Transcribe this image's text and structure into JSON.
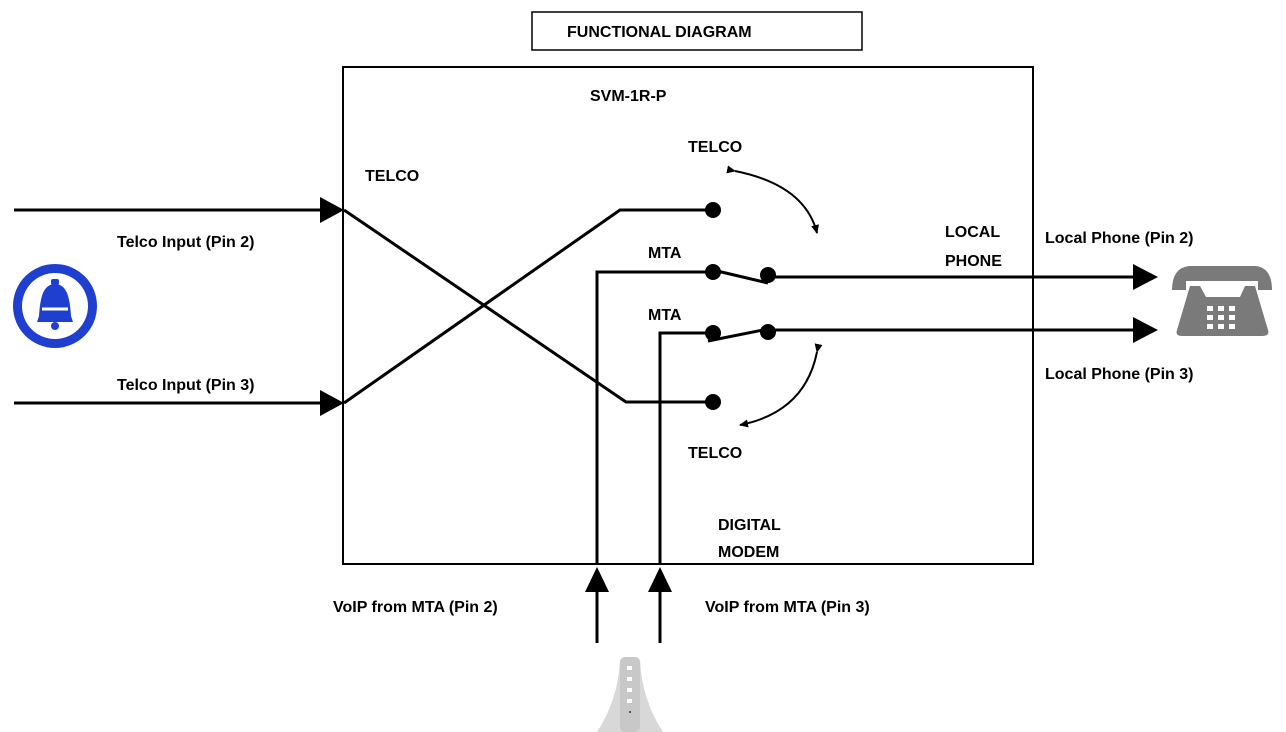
{
  "title": "FUNCTIONAL DIAGRAM",
  "device_name": "SVM-1R-P",
  "labels": {
    "telco_left": "TELCO",
    "telco_top": "TELCO",
    "telco_bottom": "TELCO",
    "mta_top": "MTA",
    "mta_bottom": "MTA",
    "local_phone_1": "LOCAL",
    "local_phone_2": "PHONE",
    "digital_modem_1": "DIGITAL",
    "digital_modem_2": "MODEM"
  },
  "ports": {
    "telco_in_pin2": "Telco Input (Pin 2)",
    "telco_in_pin3": "Telco Input (Pin 3)",
    "local_phone_pin2": "Local Phone (Pin 2)",
    "local_phone_pin3": "Local Phone (Pin 3)",
    "voip_pin2": "VoIP from MTA (Pin 2)",
    "voip_pin3": "VoIP from MTA (Pin 3)"
  },
  "icons": {
    "telco": "bell-icon",
    "phone": "telephone-icon",
    "modem": "modem-icon"
  },
  "colors": {
    "bell": "#1f3fd0",
    "phone": "#7a7a7a",
    "modem": "#d8d8d8"
  }
}
